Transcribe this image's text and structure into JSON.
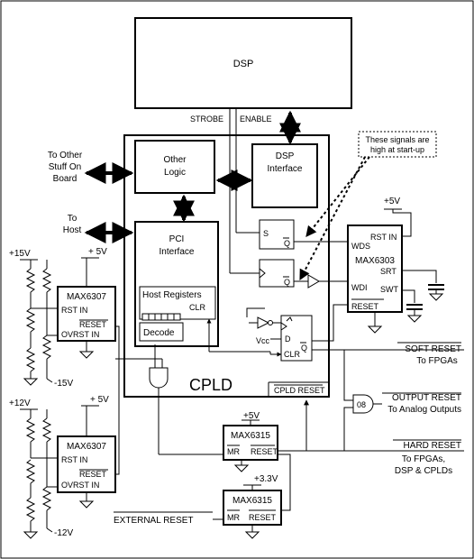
{
  "labels": {
    "dsp": "DSP",
    "strobe": "STROBE",
    "enable": "ENABLE",
    "to_other_1": "To Other",
    "to_other_2": "Stuff On",
    "to_other_3": "Board",
    "to_host_1": "To",
    "to_host_2": "Host",
    "other_logic_1": "Other",
    "other_logic_2": "Logic",
    "dsp_if_1": "DSP",
    "dsp_if_2": "Interface",
    "pci_if_1": "PCI",
    "pci_if_2": "Interface",
    "host_registers": "Host Registers",
    "clr": "CLR",
    "decode": "Decode",
    "cpld": "CPLD",
    "cpld_reset": "CPLD RESET",
    "note_1": "These signals are",
    "note_2": "high at start-up",
    "plus5v": "+5V",
    "plus5v_sp": "+ 5V",
    "plus15v": "+15V",
    "minus15v": "-15V",
    "plus12v": "+12V",
    "minus12v": "-12V",
    "plus3v3": "+3.3V",
    "vcc": "Vcc",
    "max6303": "MAX6303",
    "rst_in": "RST IN",
    "wds": "WDS",
    "srt": "SRT",
    "wdi": "WDI",
    "swt": "SWT",
    "reset": "RESET",
    "max6307": "MAX6307",
    "ovrst_in": "OVRST IN",
    "max6315": "MAX6315",
    "mr": "MR",
    "ff_s": "S",
    "ff_q": "Q",
    "ff_d": "D",
    "soft_reset": "SOFT RESET",
    "to_fpgas": "To FPGAs",
    "output_reset": "OUTPUT RESET",
    "to_analog": "To Analog Outputs",
    "hard_reset": "HARD RESET",
    "to_fpgas_comma": "To FPGAs,",
    "dsp_cplds": "DSP & CPLDs",
    "external_reset": "EXTERNAL RESET",
    "gate_08": "08"
  }
}
